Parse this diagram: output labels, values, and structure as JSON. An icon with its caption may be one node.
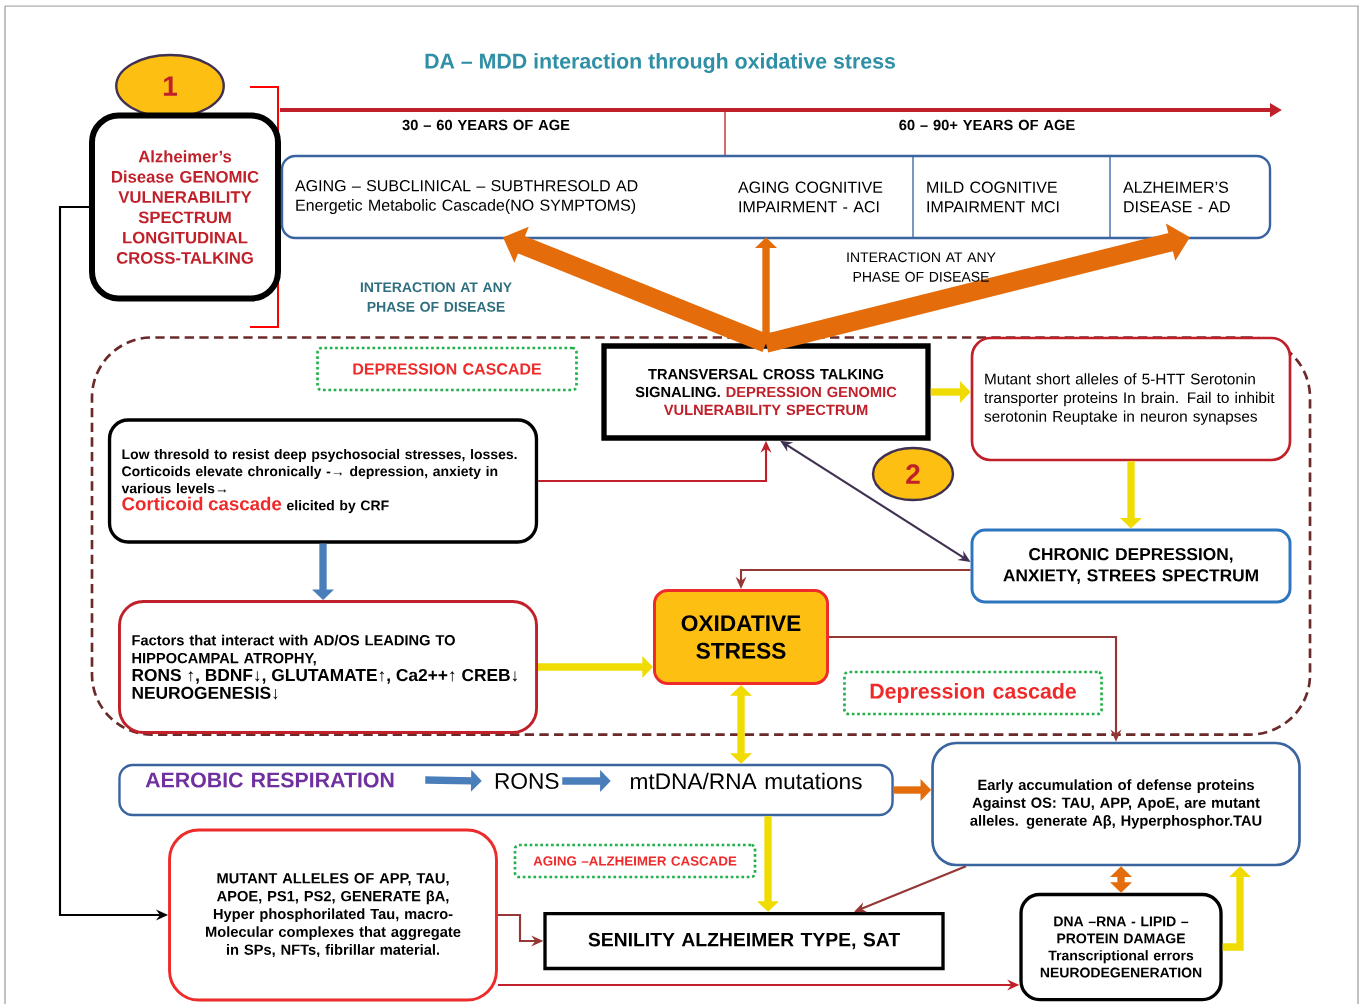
{
  "diagram": {
    "title": "DA – MDD interaction through oxidative stress",
    "nodes": [
      {
        "text": [
          "1"
        ]
      },
      {
        "text": [
          "Alzheimer’s Disease GENOMIC VULNERABILITY SPECTRUM LONGITUDINAL CROSS-TALKING"
        ]
      },
      {
        "text": [],
        "shape": "box"
      },
      {
        "text": [
          "AGING – SUBCLINICAL – SUBTHRESOLD AD Energetic Metabolic Cascade(NO SYMPTOMS)"
        ],
        "in": 2
      },
      {
        "text": [
          "AGING COGNITIVE IMPAIRMENT - ACI"
        ],
        "in": 2
      },
      {
        "text": [
          "MILD COGNITIVE IMPAIRMENT MCI"
        ],
        "in": 2
      },
      {
        "text": [
          "ALZHEIMER’S DISEASE - AD"
        ],
        "in": 2
      },
      {
        "text": [],
        "shape": "box"
      },
      {
        "text": [
          "DEPRESSION CASCADE"
        ],
        "in": 7
      },
      {
        "text": [
          "TRANSVERSAL CROSS TALKING SIGNALING.",
          "DEPRESSION GENOMIC VULNERABILITY SPECTRUM"
        ],
        "in": 7
      },
      {
        "text": [
          "Mutant short alleles of 5-HTT Serotonin transporter proteins In brain. Fail to inhibit serotonin Reuptake in neuron synapses"
        ],
        "in": 7
      },
      {
        "text": [
          "2"
        ],
        "in": 7
      },
      {
        "text": [
          "Low thresold to resist deep psychosocial stresses, losses. Corticoids elevate chronically -→ depression, anxiety in various levels→",
          "Corticoid cascade",
          "elicited by CRF"
        ],
        "in": 7
      },
      {
        "text": [
          "CHRONIC DEPRESSION, ANXIETY, STREES SPECTRUM"
        ],
        "in": 7
      },
      {
        "text": [
          "Factors that interact with AD/OS LEADING TO HIPPOCAMPAL ATROPHY,",
          "RONS ↑, BDNF↓, GLUTAMATE↑, Ca2++↑ CREB↓ NEUROGENESIS↓"
        ],
        "in": 7
      },
      {
        "text": [
          "OXIDATIVE STRESS"
        ],
        "in": 7
      },
      {
        "text": [
          "Depression cascade"
        ],
        "in": 7
      },
      {
        "text": [],
        "shape": "box"
      },
      {
        "text": [
          "AEROBIC RESPIRATION"
        ],
        "in": 17
      },
      {
        "text": [
          "RONS"
        ],
        "in": 17
      },
      {
        "text": [
          "mtDNA/RNA mutations"
        ],
        "in": 17
      },
      {
        "text": [
          "Early accumulation of defense proteins Against OS: TAU, APP, ApoE, are mutant alleles. generate Aβ, Hyperphosphor.TAU"
        ]
      },
      {
        "text": [
          "MUTANT ALLELES OF APP, TAU, APOE, PS1, PS2, GENERATE βA, Hyper phosphorilated Tau, macro- Molecular complexes that aggregate in SPs, NFTs, fibrillar material."
        ]
      },
      {
        "text": [
          "AGING –ALZHEIMER CASCADE"
        ]
      },
      {
        "text": [
          "SENILITY ALZHEIMER TYPE, SAT"
        ]
      },
      {
        "text": [
          "DNA –RNA - LIPID – PROTEIN DAMAGE Transcriptional errors NEURODEGENERATION"
        ]
      }
    ],
    "edges": [
      {
        "from": 1,
        "to": 22,
        "arrow": "to",
        "color": "#000000"
      },
      {
        "from": 9,
        "to": 3,
        "arrow": "to",
        "style": "thick",
        "color": "#e46c0a"
      },
      {
        "from": 9,
        "to": 6,
        "arrow": "to",
        "style": "thick",
        "color": "#e46c0a"
      },
      {
        "from": 4,
        "to": 9,
        "arrow": "both",
        "color": "#e46c0a"
      },
      {
        "from": 12,
        "to": 9,
        "arrow": "to",
        "color": "#c0202a"
      },
      {
        "from": 13,
        "to": 9,
        "arrow": "both",
        "color": "#403152"
      },
      {
        "from": 9,
        "to": 10,
        "arrow": "to",
        "color": "#f0dc00"
      },
      {
        "from": 10,
        "to": 13,
        "arrow": "to",
        "color": "#f0dc00"
      },
      {
        "from": 13,
        "to": 15,
        "arrow": "to",
        "color": "#953735"
      },
      {
        "from": 12,
        "to": 14,
        "arrow": "to",
        "color": "#4a7ebb"
      },
      {
        "from": 14,
        "to": 15,
        "arrow": "to",
        "color": "#f0dc00"
      },
      {
        "from": 15,
        "to": 21,
        "arrow": "to",
        "color": "#953735"
      },
      {
        "from": 15,
        "to": 17,
        "arrow": "both",
        "color": "#f0dc00"
      },
      {
        "from": 18,
        "to": 19,
        "arrow": "to",
        "color": "#4a7ebb"
      },
      {
        "from": 19,
        "to": 20,
        "arrow": "to",
        "color": "#4a7ebb"
      },
      {
        "from": 17,
        "to": 21,
        "arrow": "to",
        "color": "#e46c0a"
      },
      {
        "from": 17,
        "to": 24,
        "arrow": "to",
        "color": "#f0dc00"
      },
      {
        "from": 21,
        "to": 24,
        "arrow": "to",
        "color": "#953735"
      },
      {
        "from": 21,
        "to": 25,
        "arrow": "both",
        "color": "#e46c0a"
      },
      {
        "from": 25,
        "to": 21,
        "arrow": "to",
        "color": "#f0dc00"
      },
      {
        "from": 22,
        "to": 24,
        "arrow": "to",
        "color": "#953735"
      },
      {
        "from": 22,
        "to": 25,
        "arrow": "to",
        "color": "#c0202a"
      }
    ],
    "labels": [
      "30 – 60 YEARS OF AGE",
      "60 – 90+ YEARS OF AGE",
      "INTERACTION AT ANY PHASE OF DISEASE",
      "INTERACTION AT ANY PHASE OF DISEASE"
    ]
  }
}
